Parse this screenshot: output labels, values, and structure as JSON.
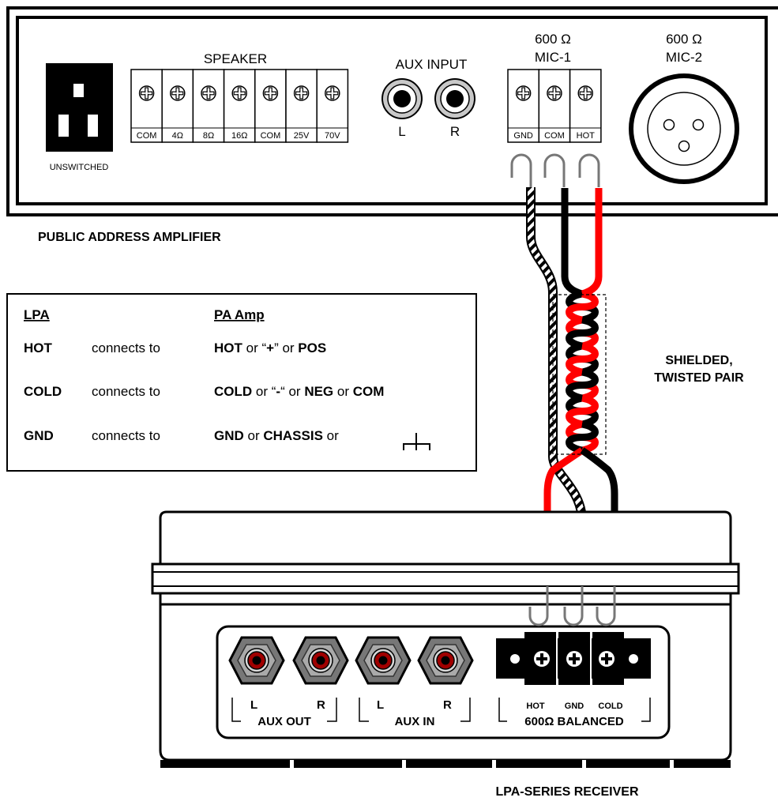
{
  "amplifier": {
    "title": "PUBLIC ADDRESS AMPLIFIER",
    "power_label": "UNSWITCHED",
    "speaker": {
      "label": "SPEAKER",
      "terminals": [
        "COM",
        "4Ω",
        "8Ω",
        "16Ω",
        "COM",
        "25V",
        "70V"
      ]
    },
    "aux_input": {
      "label": "AUX INPUT",
      "left": "L",
      "right": "R"
    },
    "mic1": {
      "impedance": "600 Ω",
      "label": "MIC-1",
      "terminals": [
        "GND",
        "COM",
        "HOT"
      ]
    },
    "mic2": {
      "impedance": "600 Ω",
      "label": "MIC-2"
    }
  },
  "cable": {
    "label_line1": "SHIELDED,",
    "label_line2": "TWISTED PAIR"
  },
  "legend": {
    "col1_header": "LPA",
    "col2_header": "PA Amp",
    "connects": "connects to",
    "rows": [
      {
        "lpa": "HOT",
        "parts": [
          [
            "HOT",
            true
          ],
          [
            " or “",
            false
          ],
          [
            "+",
            true
          ],
          [
            "” or ",
            false
          ],
          [
            "POS",
            true
          ]
        ]
      },
      {
        "lpa": "COLD",
        "parts": [
          [
            "COLD",
            true
          ],
          [
            " or “",
            false
          ],
          [
            "-",
            true
          ],
          [
            "“ or ",
            false
          ],
          [
            "NEG",
            true
          ],
          [
            " or ",
            false
          ],
          [
            "COM",
            true
          ]
        ]
      },
      {
        "lpa": "GND",
        "parts": [
          [
            "GND",
            true
          ],
          [
            " or ",
            false
          ],
          [
            "CHASSIS",
            true
          ],
          [
            " or ",
            false
          ]
        ]
      }
    ]
  },
  "receiver": {
    "title": "LPA-SERIES RECEIVER",
    "aux_out": {
      "label": "AUX OUT",
      "left": "L",
      "right": "R"
    },
    "aux_in": {
      "label": "AUX IN",
      "left": "L",
      "right": "R"
    },
    "balanced": {
      "label": "600Ω BALANCED",
      "terminals": [
        "HOT",
        "GND",
        "COLD"
      ]
    }
  },
  "colors": {
    "hot": "#ff0000",
    "cold": "#000000",
    "shield": "#ffffff"
  }
}
